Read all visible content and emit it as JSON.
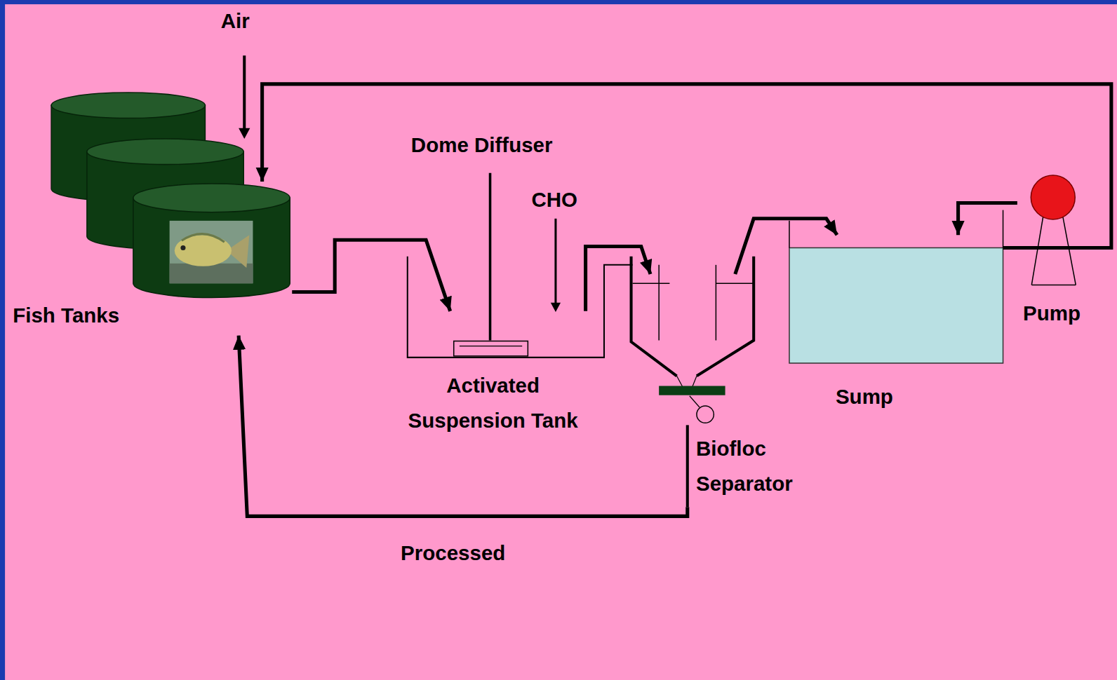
{
  "diagram": {
    "nodes": [
      {
        "text": [
          "Fish Tanks"
        ]
      },
      {
        "text": [
          "Activated Suspension Tank"
        ]
      },
      {
        "text": [
          "Biofloc Separator"
        ]
      },
      {
        "text": [
          "Sump"
        ]
      },
      {
        "text": [
          "Pump"
        ]
      }
    ],
    "edges": [
      {
        "from": 0,
        "to": 1,
        "arrow": "to"
      },
      {
        "from": 1,
        "to": 2,
        "arrow": "to"
      },
      {
        "from": 2,
        "to": 3,
        "arrow": "to"
      },
      {
        "from": 4,
        "to": 3,
        "arrow": "to"
      },
      {
        "from": 3,
        "to": 0,
        "arrow": "to"
      },
      {
        "from": 2,
        "to": 0,
        "label": "Processed",
        "arrow": "to"
      }
    ],
    "labels": [
      "Air",
      "Dome Diffuser",
      "CHO"
    ]
  }
}
